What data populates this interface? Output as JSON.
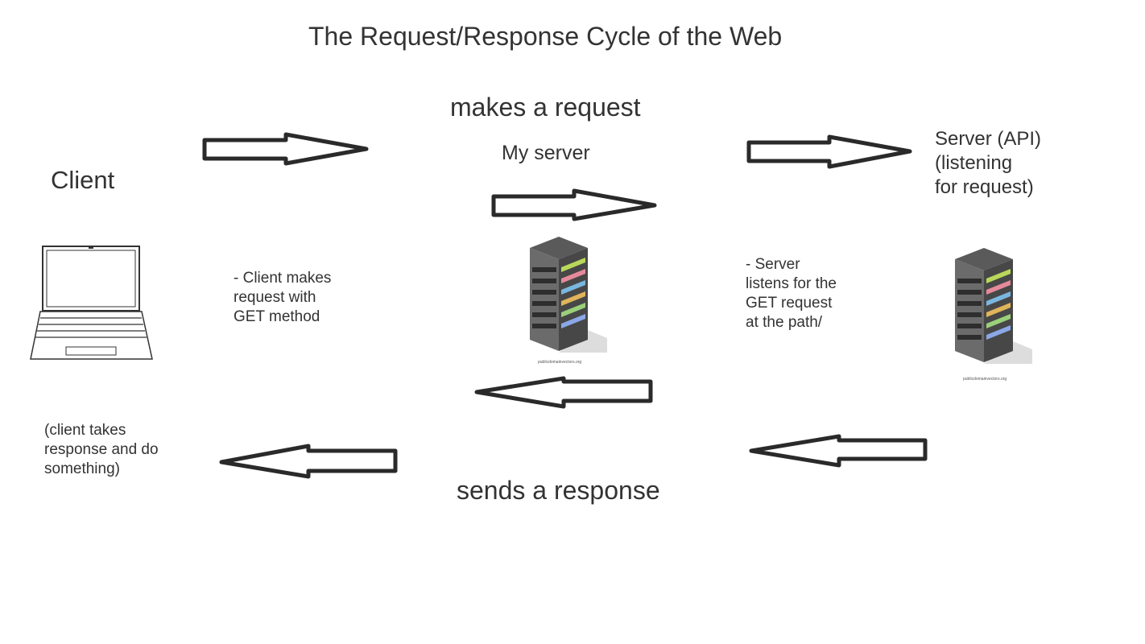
{
  "title": "The Request/Response Cycle of the Web",
  "labels": {
    "makes_request": "makes a request",
    "my_server": "My server",
    "client": "Client",
    "server_api": "Server (API)\n(listening\nfor request)",
    "client_note": "- Client makes\nrequest with\nGET method",
    "server_note": "- Server\nlistens for the\nGET request\nat the path/",
    "client_response_note": "(client takes\nresponse and do\nsomething)",
    "sends_response": "sends a response"
  },
  "icons": {
    "client_device": "laptop-icon",
    "my_server_device": "server-rack-icon",
    "api_server_device": "server-rack-icon"
  },
  "image_credit": "publicdomainvectors.org",
  "colors": {
    "text": "#333333",
    "arrow_stroke": "#2a2a2a",
    "server_body": "#6b6b6b"
  }
}
